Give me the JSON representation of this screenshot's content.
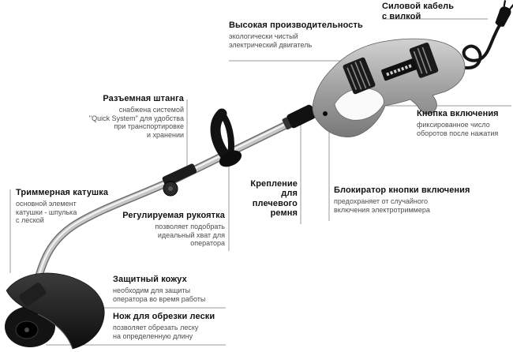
{
  "diagram": {
    "subject": "Электротриммер",
    "labels": {
      "power_cable": {
        "title": "Силовой кабель\nс вилкой",
        "desc": ""
      },
      "performance": {
        "title": "Высокая производительность",
        "desc": "экологически чистый\nэлектрический двигатель"
      },
      "split_shaft": {
        "title": "Разъемная штанга",
        "desc": "снабжена системой\n\"Quick System\" для удобства\nпри транспортировке\nи хранении"
      },
      "power_button": {
        "title": "Кнопка включения",
        "desc": "фиксированное число\nоборотов после нажатия"
      },
      "trimmer_spool": {
        "title": "Триммерная катушка",
        "desc": "основной элемент\nкатушки - шпулька\nс леской"
      },
      "strap_mount": {
        "title": "Крепление\nдля\nплечевого\nремня",
        "desc": ""
      },
      "lock_button": {
        "title": "Блокиратор кнопки включения",
        "desc": "предохраняет от случайного\nвключения электротриммера"
      },
      "handle": {
        "title": "Регулируемая рукоятка",
        "desc": "позволяет подобрать\nидеальный хват для\nоператора"
      },
      "guard": {
        "title": "Защитный кожух",
        "desc": "необходим для защиты\nоператора во время работы"
      },
      "line_cutter": {
        "title": "Нож для обрезки лески",
        "desc": "позволяет обрезать леску\nна определенную длину"
      }
    },
    "colors": {
      "background": "#ffffff",
      "leader_line": "#9a9a9a",
      "title_text": "#121212",
      "desc_text": "#4d4d4d",
      "dark_plastic": "#161616",
      "housing_gray": "#a8a8a8"
    }
  }
}
